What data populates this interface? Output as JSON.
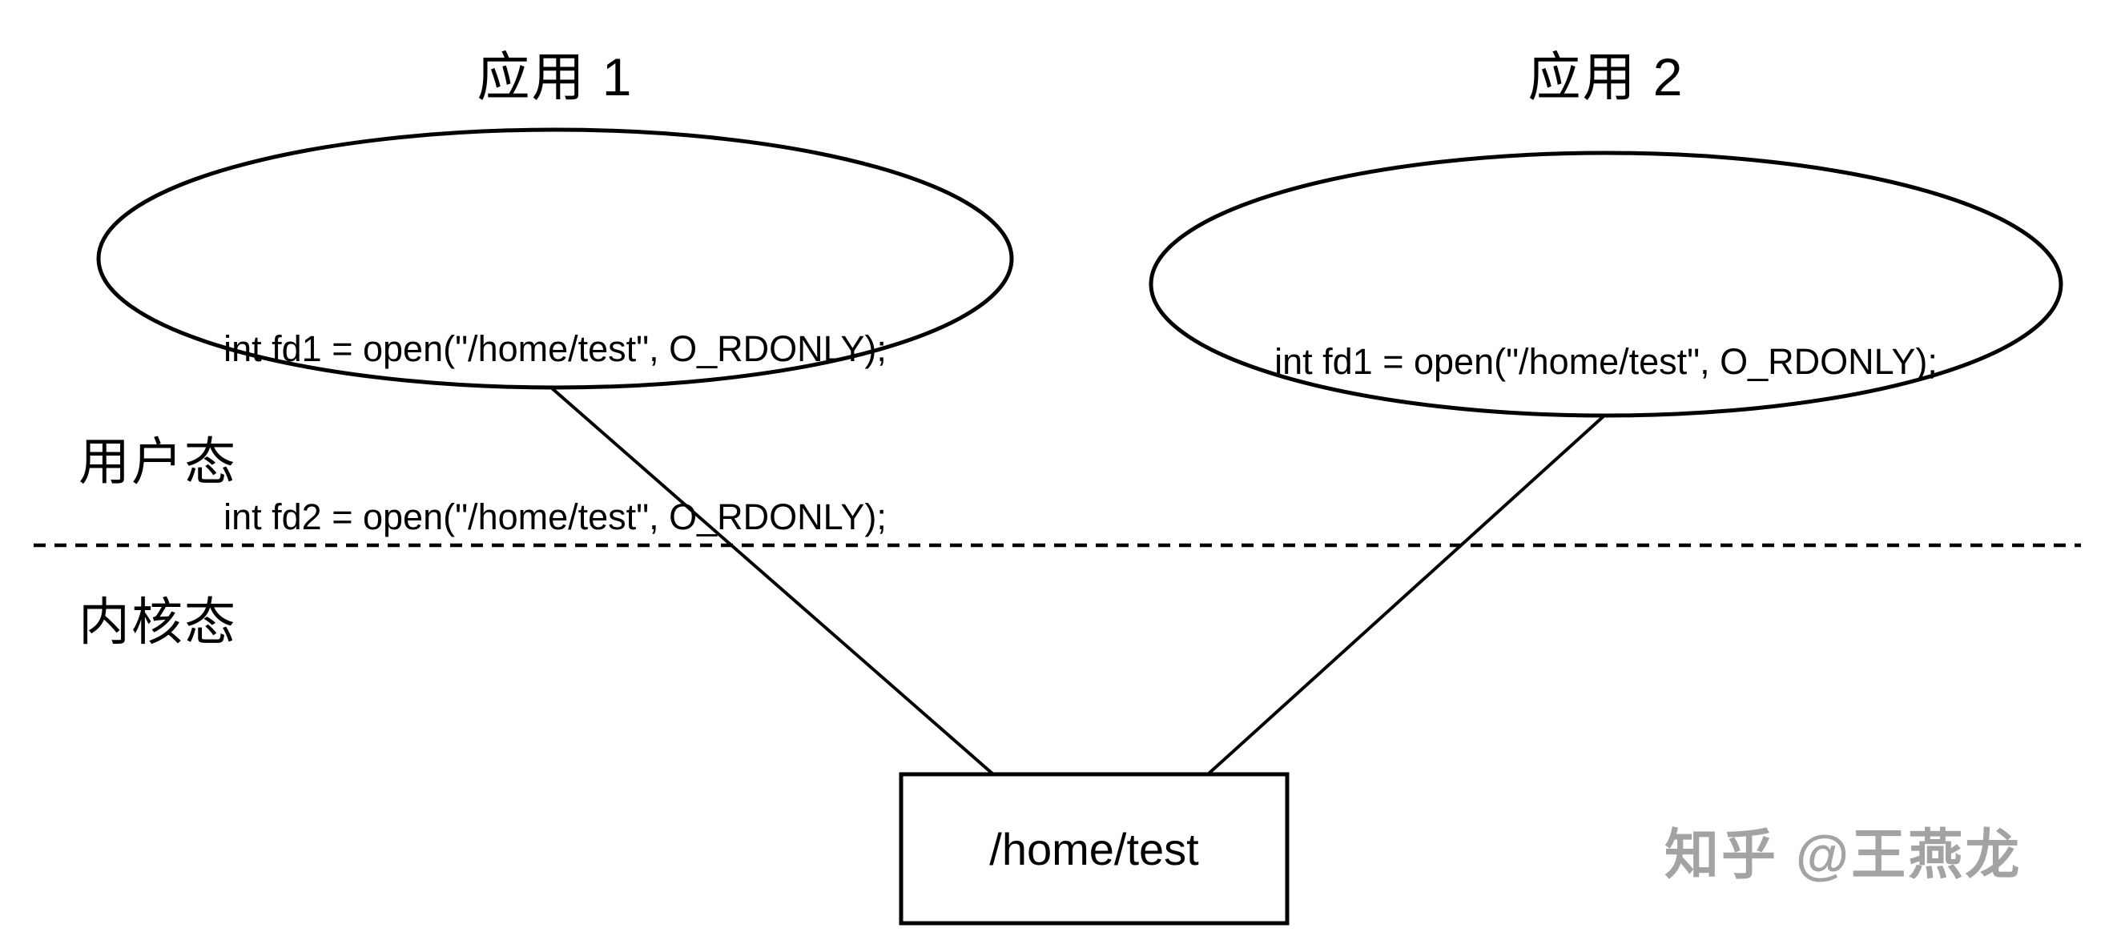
{
  "diagram": {
    "app1": {
      "title": "应用 1",
      "code_lines": [
        "int fd1 = open(\"/home/test\", O_RDONLY);",
        "int fd2 = open(\"/home/test\", O_RDONLY);"
      ]
    },
    "app2": {
      "title": "应用 2",
      "code_line": "int fd1 = open(\"/home/test\", O_RDONLY);"
    },
    "zones": {
      "user_mode_label": "用户态",
      "kernel_mode_label": "内核态"
    },
    "file_node": {
      "label": "/home/test"
    },
    "watermark_text": "知乎 @王燕龙",
    "colors": {
      "stroke": "#000000",
      "background": "#ffffff",
      "watermark": "#a3a3a3"
    }
  }
}
